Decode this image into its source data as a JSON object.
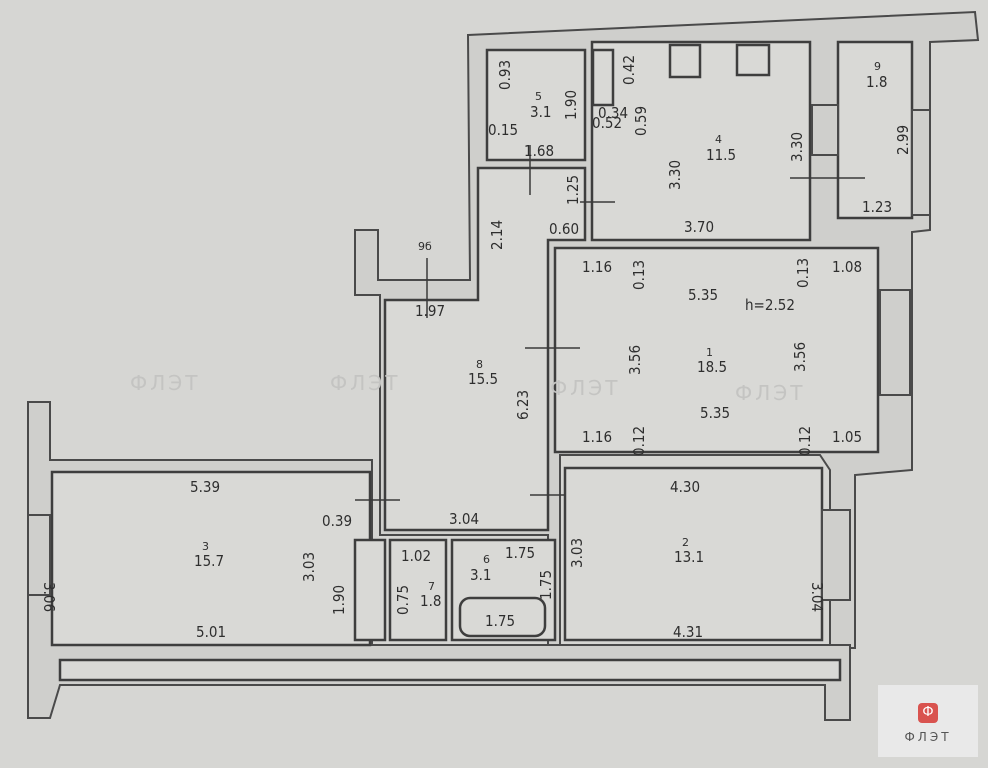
{
  "rooms": [
    {
      "number": "1",
      "area": "18.5"
    },
    {
      "number": "2",
      "area": "13.1"
    },
    {
      "number": "3",
      "area": "15.7"
    },
    {
      "number": "4",
      "area": "11.5"
    },
    {
      "number": "5",
      "area": "3.1"
    },
    {
      "number": "6",
      "area": "3.1"
    },
    {
      "number": "7",
      "area": "1.8"
    },
    {
      "number": "8",
      "area": "15.5"
    },
    {
      "number": "9",
      "area": "1.8"
    },
    {
      "number": "9б",
      "area": ""
    }
  ],
  "dimensions": [
    "0.93",
    "1.90",
    "0.15",
    "1.68",
    "0.52",
    "0.34",
    "0.59",
    "0.42",
    "3.30",
    "3.30",
    "3.70",
    "1.25",
    "0.60",
    "2.14",
    "2.99",
    "1.23",
    "1.97",
    "1.16",
    "0.13",
    "5.35",
    "0.13",
    "1.08",
    "h=2.52",
    "3.56",
    "3.56",
    "5.35",
    "1.16",
    "0.12",
    "0.12",
    "1.05",
    "6.23",
    "5.39",
    "3.06",
    "3.03",
    "5.01",
    "0.39",
    "3.04",
    "1.02",
    "1.75",
    "1.75",
    "1.90",
    "0.75",
    "1.75",
    "4.30",
    "3.03",
    "3.04",
    "4.31"
  ],
  "watermark": "ФЛЭТ",
  "logo": {
    "text": "ФЛЭТ",
    "icon": "flat-logo-icon",
    "color": "#d9534f"
  }
}
